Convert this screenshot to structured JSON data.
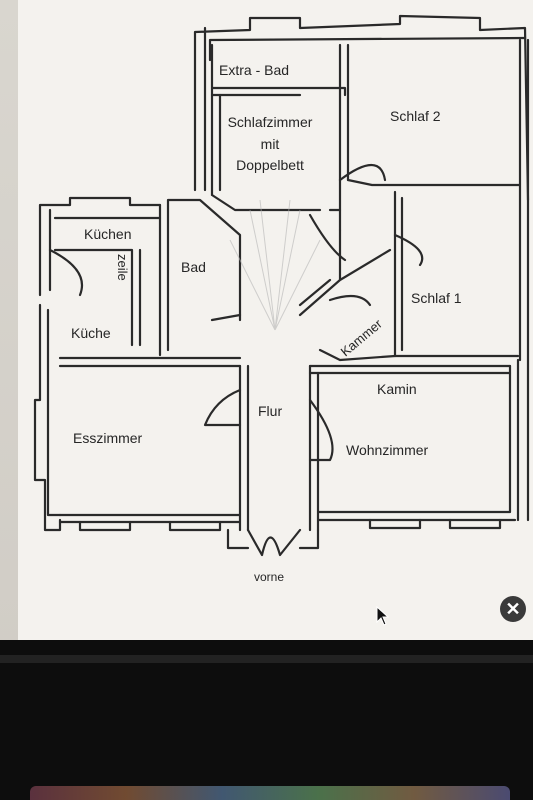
{
  "plan": {
    "rooms": {
      "extra_bad": "Extra - Bad",
      "schlafzimmer_line1": "Schlafzimmer",
      "schlafzimmer_line2": "mit",
      "schlafzimmer_line3": "Doppelbett",
      "schlaf2": "Schlaf 2",
      "kuechen": "Küchen",
      "zeile": "zeile",
      "bad": "Bad",
      "schlaf1": "Schlaf 1",
      "kueche": "Küche",
      "kammer": "Kammer",
      "kamin": "Kamin",
      "flur": "Flur",
      "esszimmer": "Esszimmer",
      "wohnzimmer": "Wohnzimmer",
      "vorne": "vorne"
    }
  },
  "controls": {
    "close_glyph": "✕"
  },
  "colors": {
    "wall": "#2a2a2a",
    "paper": "#f4f2ee",
    "bezel": "#0d0d0d"
  }
}
